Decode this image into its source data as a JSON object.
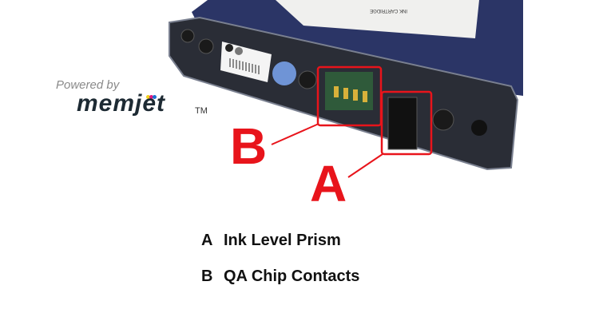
{
  "logo": {
    "powered_by": "Powered by",
    "brand": "memjet",
    "trademark": "TM"
  },
  "product_label": "INK CARTRIDGE",
  "callouts": [
    {
      "letter": "A",
      "label": "Ink Level Prism"
    },
    {
      "letter": "B",
      "label": "QA Chip Contacts"
    }
  ],
  "colors": {
    "callout_red": "#e8141b",
    "cartridge_blue": "#2b3566",
    "accent_blue": "#6f94d6"
  }
}
